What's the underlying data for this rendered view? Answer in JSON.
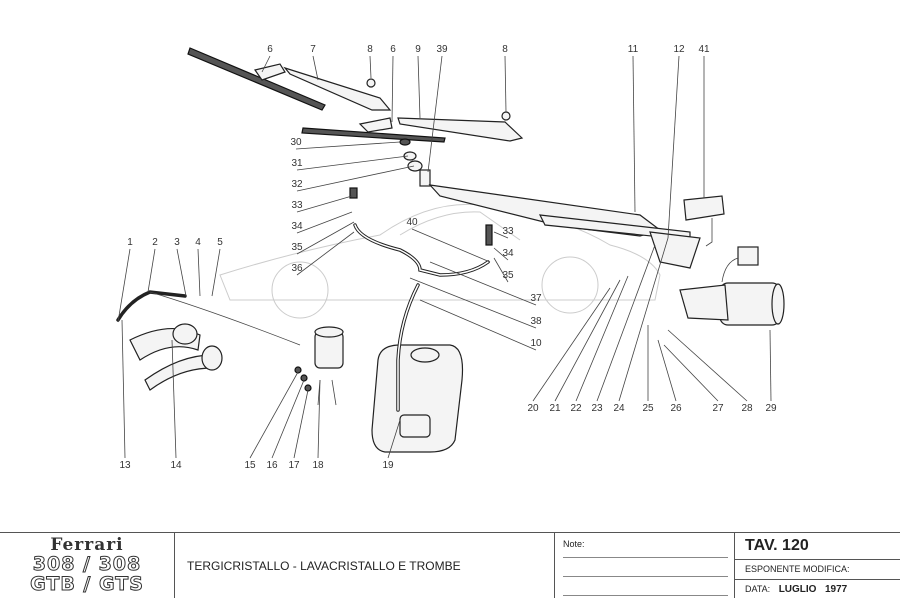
{
  "callouts": [
    "6",
    "7",
    "8",
    "6",
    "9",
    "39",
    "8",
    "11",
    "12",
    "41",
    "30",
    "31",
    "32",
    "33",
    "34",
    "35",
    "36",
    "40",
    "33",
    "34",
    "35",
    "37",
    "38",
    "10",
    "1",
    "2",
    "3",
    "4",
    "5",
    "13",
    "14",
    "15",
    "16",
    "17",
    "18",
    "19",
    "20",
    "21",
    "22",
    "23",
    "24",
    "25",
    "26",
    "27",
    "28",
    "29"
  ],
  "titleblock": {
    "brand": "Ferrari",
    "model_line1": "308 / 308",
    "model_line2": "GTB / GTS",
    "title": "TERGICRISTALLO - LAVACRISTALLO E TROMBE",
    "notes_label": "Note:",
    "table": "TAV. 120",
    "modification_label": "ESPONENTE MODIFICA:",
    "date_label": "DATA:",
    "date_month": "LUGLIO",
    "date_year": "1977"
  }
}
